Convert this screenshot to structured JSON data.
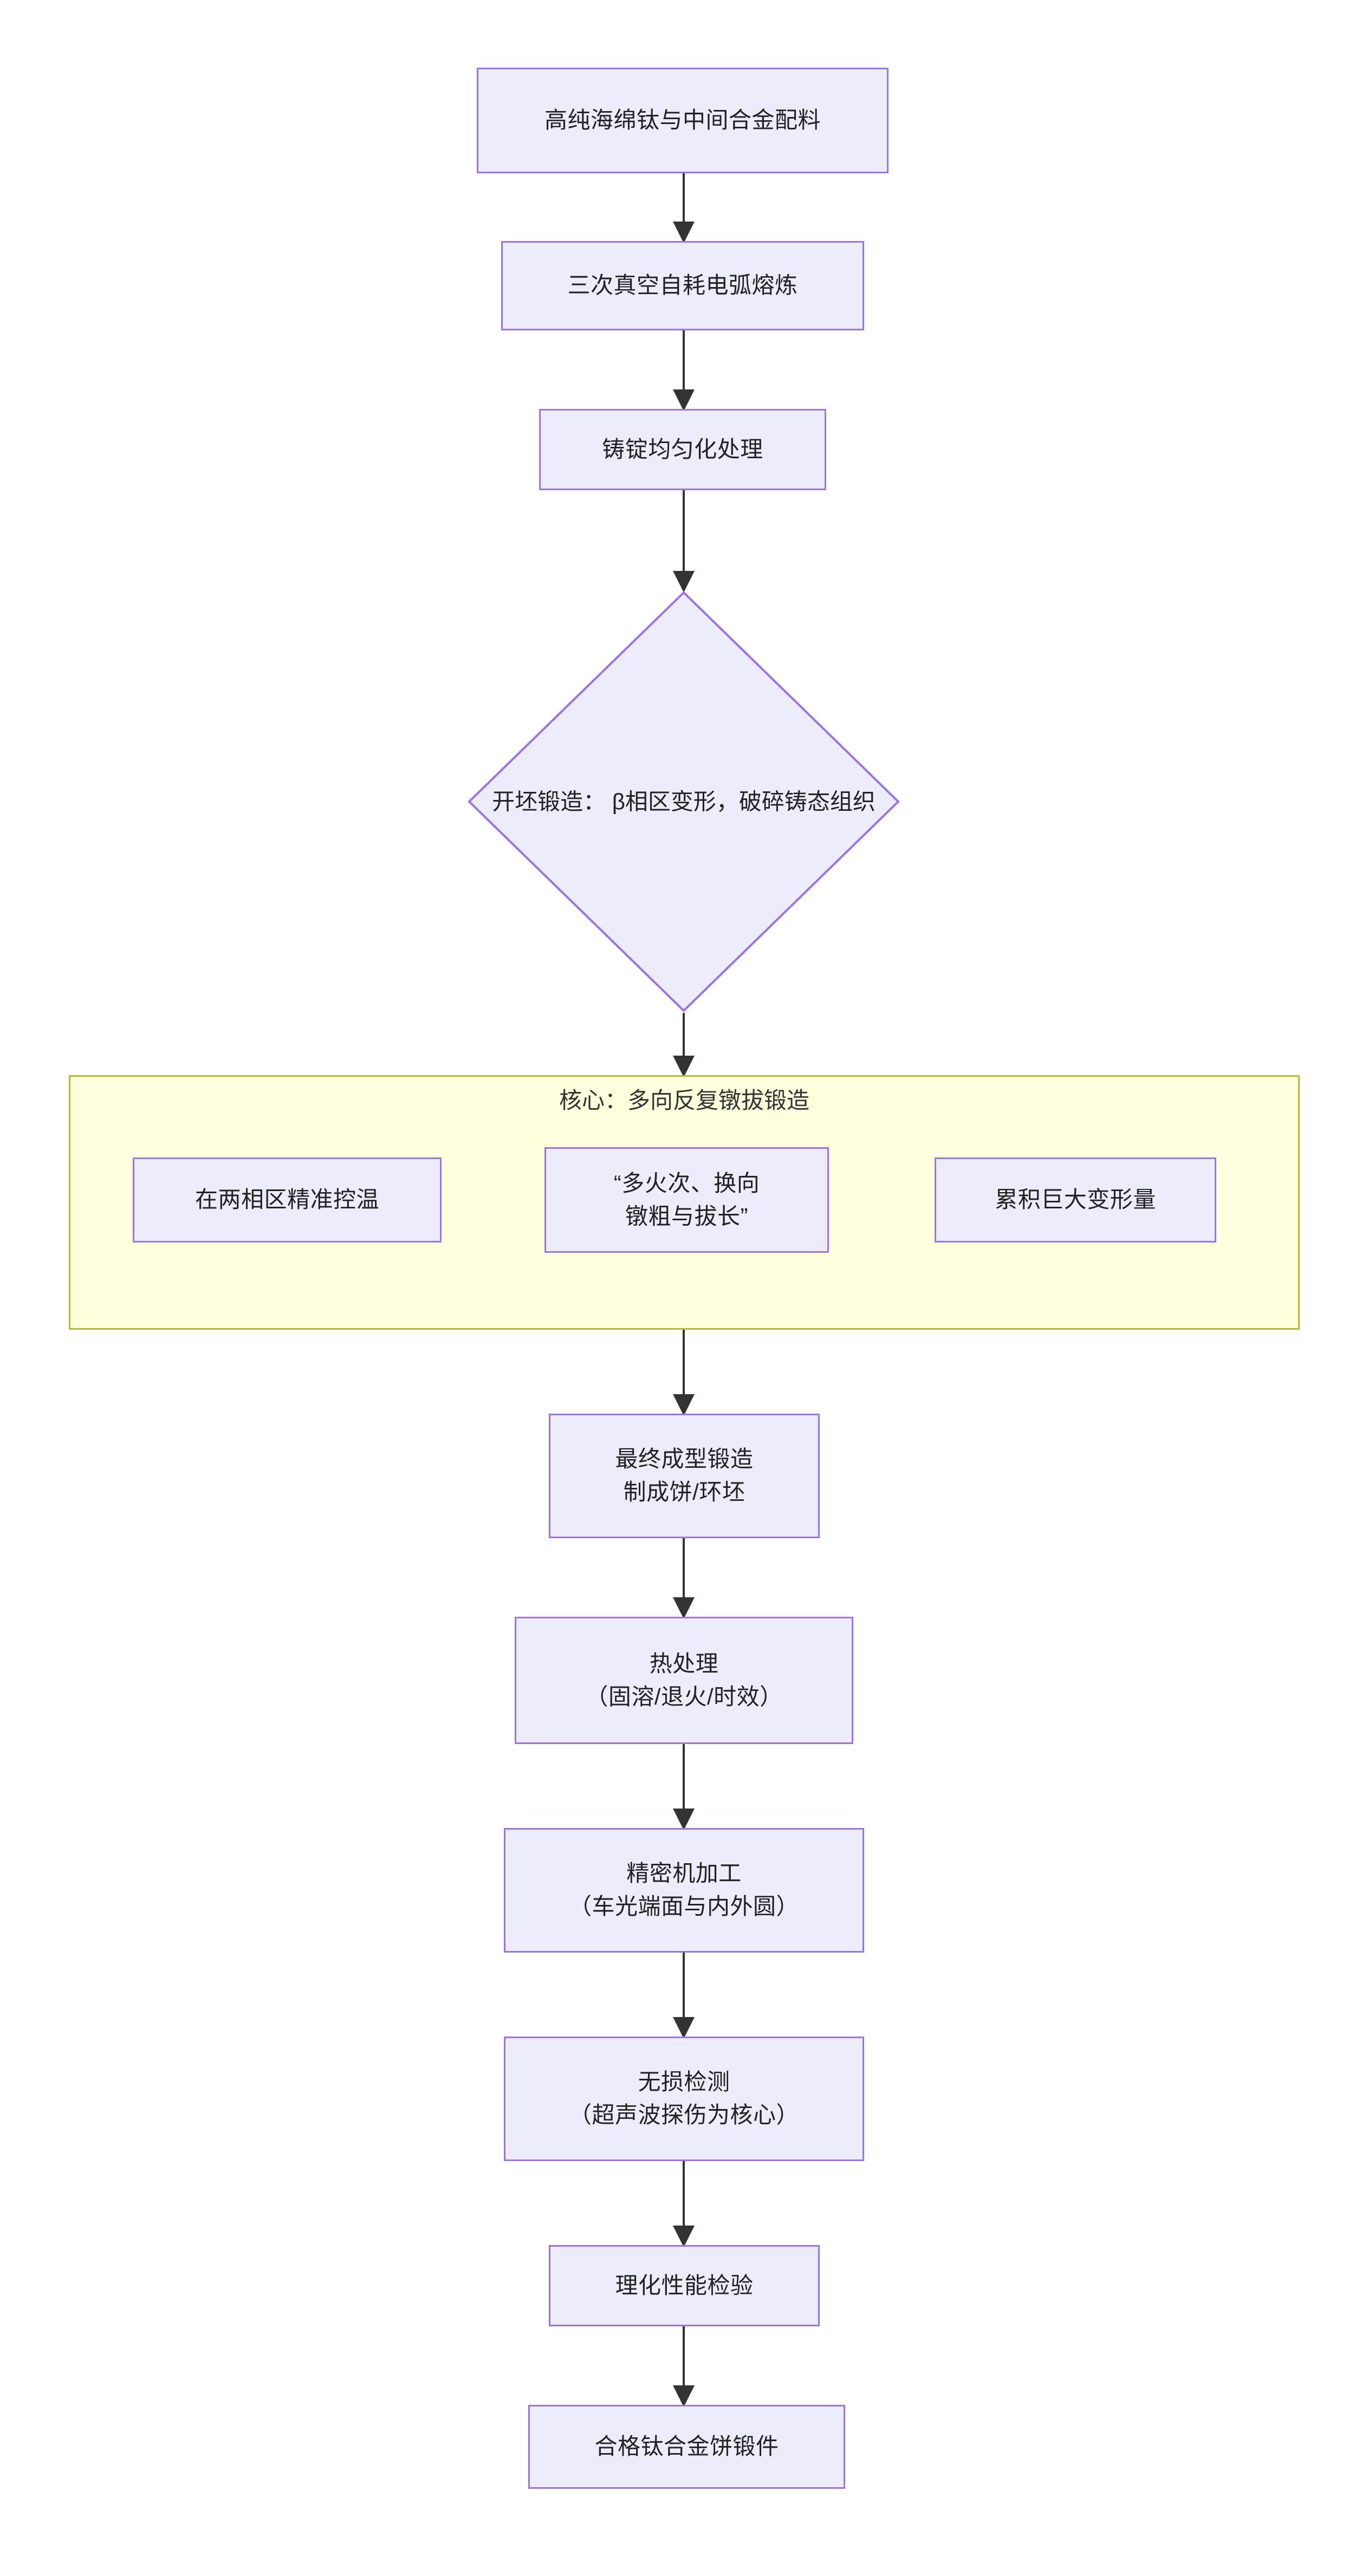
{
  "diagram": {
    "type": "flowchart",
    "direction": "top-down",
    "title_text": null,
    "colors": {
      "node_fill": "#ececfb",
      "node_stroke": "#9a73e4",
      "cluster_fill": "#ffffde",
      "cluster_stroke": "#b7b739",
      "edge_stroke": "#333333",
      "text": "#222222",
      "background": "#ffffff"
    },
    "nodes": [
      {
        "id": "n1",
        "shape": "rect",
        "lines": [
          "高纯海绵钛与中间合金配料"
        ]
      },
      {
        "id": "n2",
        "shape": "rect",
        "lines": [
          "三次真空自耗电弧熔炼"
        ]
      },
      {
        "id": "n3",
        "shape": "rect",
        "lines": [
          "铸锭均匀化处理"
        ]
      },
      {
        "id": "n4",
        "shape": "diamond",
        "lines": [
          "开坯锻造：",
          "β相区变形，破碎铸态组织"
        ]
      },
      {
        "id": "n5",
        "shape": "rect",
        "lines": [
          "在两相区精准控温"
        ]
      },
      {
        "id": "n6",
        "shape": "rect",
        "lines": [
          "“多火次、换向",
          "镦粗与拔长”"
        ]
      },
      {
        "id": "n7",
        "shape": "rect",
        "lines": [
          "累积巨大变形量"
        ]
      },
      {
        "id": "n8",
        "shape": "rect",
        "lines": [
          "最终成型锻造",
          "制成饼/环坯"
        ]
      },
      {
        "id": "n9",
        "shape": "rect",
        "lines": [
          "热处理",
          "（固溶/退火/时效）"
        ]
      },
      {
        "id": "n10",
        "shape": "rect",
        "lines": [
          "精密机加工",
          "（车光端面与内外圆）"
        ]
      },
      {
        "id": "n11",
        "shape": "rect",
        "lines": [
          "无损检测",
          "（超声波探伤为核心）"
        ]
      },
      {
        "id": "n12",
        "shape": "rect",
        "lines": [
          "理化性能检验"
        ]
      },
      {
        "id": "n13",
        "shape": "rect",
        "lines": [
          "合格钛合金饼锻件"
        ]
      }
    ],
    "cluster": {
      "id": "c1",
      "title": "核心：多向反复镦拔锻造",
      "members": [
        "n5",
        "n6",
        "n7"
      ]
    },
    "edges": [
      {
        "from": "n1",
        "to": "n2",
        "label": ""
      },
      {
        "from": "n2",
        "to": "n3",
        "label": ""
      },
      {
        "from": "n3",
        "to": "n4",
        "label": ""
      },
      {
        "from": "n4",
        "to": "c1",
        "label": ""
      },
      {
        "from": "n5",
        "to": "n6",
        "label": ""
      },
      {
        "from": "n6",
        "to": "n7",
        "label": ""
      },
      {
        "from": "c1",
        "to": "n8",
        "label": ""
      },
      {
        "from": "n8",
        "to": "n9",
        "label": ""
      },
      {
        "from": "n9",
        "to": "n10",
        "label": ""
      },
      {
        "from": "n10",
        "to": "n11",
        "label": ""
      },
      {
        "from": "n11",
        "to": "n12",
        "label": ""
      },
      {
        "from": "n12",
        "to": "n13",
        "label": ""
      }
    ]
  }
}
